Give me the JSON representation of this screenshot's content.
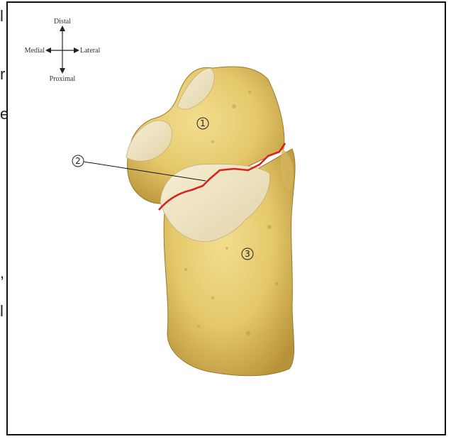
{
  "left_fragments": [
    "l",
    "r",
    "e",
    ",",
    "l"
  ],
  "orientation": {
    "distal": "Distal",
    "medial": "Medial",
    "lateral": "Lateral",
    "proximal": "Proximal"
  },
  "labels": {
    "one": "1",
    "two": "2",
    "three": "3"
  },
  "colors": {
    "bone": "#e8d07a",
    "bone_shadow": "#c9a84a",
    "facet": "#efe6c8",
    "fracture_line": "#d8241c",
    "leader_line": "#111111"
  }
}
